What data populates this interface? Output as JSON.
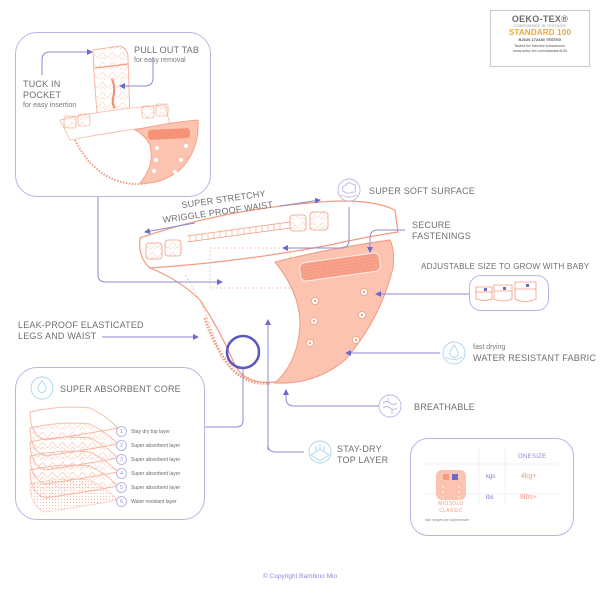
{
  "certification": {
    "brand": "OEKO-TEX®",
    "tagline": "CONFIDENCE IN TEXTILES",
    "standard": "STANDARD 100",
    "code": "BJ020 172430 TESTEX",
    "note_line1": "Tested for harmful substances.",
    "note_line2": "www.oeko-tex.com/standard100"
  },
  "inset_pocket": {
    "pull_out_tab": {
      "title": "PULL OUT TAB",
      "subtitle": "for easy removal"
    },
    "tuck_in_pocket": {
      "title_line1": "TUCK IN",
      "title_line2": "POCKET",
      "subtitle": "for easy insertion"
    }
  },
  "callouts": {
    "waist": {
      "line1": "SUPER STRETCHY",
      "line2": "WRIGGLE PROOF WAIST"
    },
    "soft_surface": {
      "title": "SUPER SOFT SURFACE",
      "icon": "cloud-icon"
    },
    "fastenings": {
      "line1": "SECURE",
      "line2": "FASTENINGS"
    },
    "adjustable": {
      "title": "ADJUSTABLE SIZE TO GROW WITH BABY"
    },
    "leak_proof": {
      "line1": "LEAK-PROOF ELASTICATED",
      "line2": "LEGS AND WAIST"
    },
    "water_resistant": {
      "subtitle": "fast drying",
      "title": "WATER RESISTANT FABRIC",
      "icon": "water-drop-icon"
    },
    "breathable": {
      "title": "BREATHABLE",
      "icon": "air-flow-icon"
    },
    "stay_dry": {
      "line1": "STAY-DRY",
      "line2": "TOP LAYER",
      "icon": "dry-surface-icon"
    }
  },
  "absorbent_core": {
    "title": "SUPER ABSORBENT CORE",
    "icon": "water-drop-icon",
    "layers": [
      {
        "num": "1",
        "label": "Stay dry top layer"
      },
      {
        "num": "2",
        "label": "Super absorbent layer"
      },
      {
        "num": "3",
        "label": "Super absorbent layer"
      },
      {
        "num": "4",
        "label": "Super absorbent layer"
      },
      {
        "num": "5",
        "label": "Super absorbent layer"
      },
      {
        "num": "6",
        "label": "Water resistant layer"
      }
    ]
  },
  "sizing": {
    "product_line1": "MIOSOLO",
    "product_line2": "CLASSIC",
    "column_header": "ONESIZE",
    "rows": [
      {
        "unit": "kgs",
        "value": "4kg+"
      },
      {
        "unit": "lbs",
        "value": "8lbs+"
      }
    ],
    "footnote": "size ranges are approximate"
  },
  "colors": {
    "accent_purple": "#6e6bc8",
    "line_purple": "#b9b6e6",
    "coral": "#f39a7f",
    "coral_light": "#fbc3b0",
    "icon_blue": "#a9d6ec"
  },
  "footer": {
    "copyright": "© Copyright Bambino Mio"
  }
}
